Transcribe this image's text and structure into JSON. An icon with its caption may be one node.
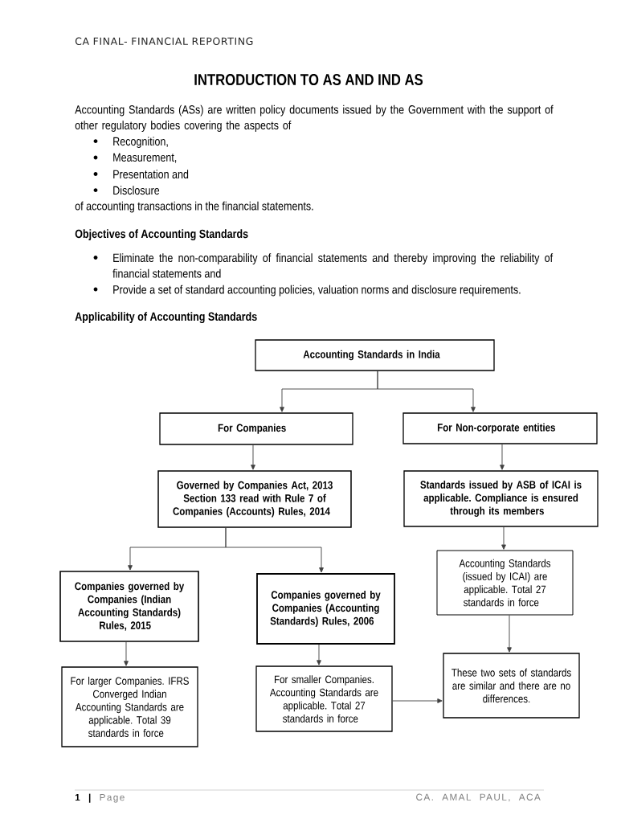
{
  "diagram": {
    "title": "INTRODUCTION TO AS AND IND AS",
    "nodes": [
      {
        "text": [
          "Accounting Standards in India"
        ]
      },
      {
        "text": [
          "For Companies"
        ]
      },
      {
        "text": [
          "For Non-corporate entities"
        ]
      },
      {
        "text": [
          "Governed by Companies Act, 2013 Section 133 read with Rule 7 of Companies (Accounts) Rules, 2014"
        ]
      },
      {
        "text": [
          "Standards issued by ASB of ICAI is applicable. Compliance is ensured through its members"
        ]
      },
      {
        "text": [
          "Companies governed by Companies (Indian Accounting Standards) Rules, 2015"
        ]
      },
      {
        "text": [
          "Companies governed by Companies (Accounting Standards) Rules, 2006"
        ]
      },
      {
        "text": [
          "Accounting Standards (issued by ICAI) are applicable. Total 27 standards in force"
        ]
      },
      {
        "text": [
          "For larger Companies. IFRS Converged Indian Accounting Standards are applicable. Total 39 standards in force"
        ]
      },
      {
        "text": [
          "For smaller Companies. Accounting Standards are applicable. Total 27 standards in force"
        ]
      },
      {
        "text": [
          "These two sets of standards are similar and there are no differences."
        ]
      }
    ],
    "edges": [
      {
        "from": 0,
        "to": 1,
        "arrow": "to"
      },
      {
        "from": 0,
        "to": 2,
        "arrow": "to"
      },
      {
        "from": 1,
        "to": 3,
        "arrow": "to"
      },
      {
        "from": 2,
        "to": 4,
        "arrow": "to"
      },
      {
        "from": 3,
        "to": 5,
        "arrow": "to"
      },
      {
        "from": 3,
        "to": 6,
        "arrow": "to"
      },
      {
        "from": 4,
        "to": 7,
        "arrow": "to"
      },
      {
        "from": 5,
        "to": 8,
        "arrow": "to"
      },
      {
        "from": 6,
        "to": 9,
        "arrow": "to"
      },
      {
        "from": 7,
        "to": 10,
        "arrow": "to"
      },
      {
        "from": 9,
        "to": 10,
        "arrow": "to"
      }
    ],
    "labels": [
      "CA FINAL- FINANCIAL REPORTING",
      "Accounting Standards (ASs) are written policy documents issued by the Government with the support of other regulatory bodies covering the aspects of",
      "Recognition,",
      "Measurement,",
      "Presentation and",
      "Disclosure",
      "of accounting transactions in the financial statements.",
      "Objectives of Accounting Standards",
      "Eliminate the non-comparability of financial statements and thereby improving the reliability of financial statements and",
      "Provide a set of standard accounting policies, valuation norms and disclosure requirements.",
      "Applicability of Accounting Standards",
      "**1 |** Page",
      "CA. AMAL PAUL, ACA"
    ]
  }
}
